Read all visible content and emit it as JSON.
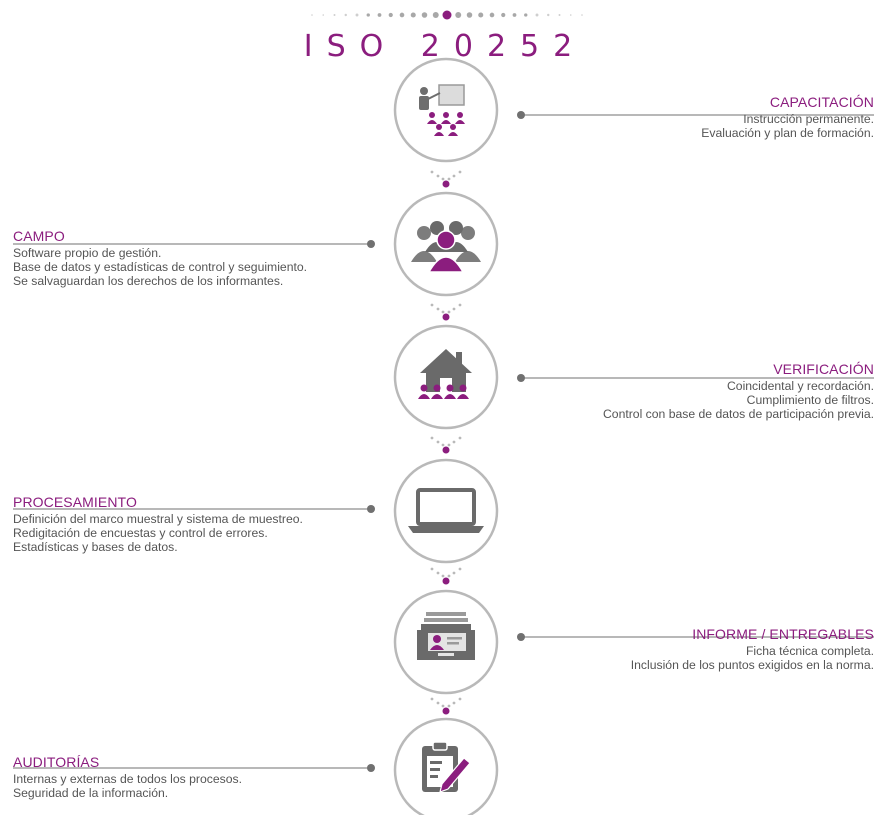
{
  "title": "ISO 20252",
  "colors": {
    "accent": "#8b1d7e",
    "gray": "#707070",
    "light_gray": "#b9b9b9"
  },
  "stages": [
    {
      "title": "CAPACITACIÓN",
      "icon": "presentation-icon",
      "lines": [
        "Instrucción permanente.",
        "Evaluación y plan de formación."
      ]
    },
    {
      "title": "CAMPO",
      "icon": "people-group-icon",
      "lines": [
        "Software propio de gestión.",
        "Base de datos y estadísticas de control y seguimiento.",
        "Se salvaguardan los derechos de los informantes."
      ]
    },
    {
      "title": "VERIFICACIÓN",
      "icon": "house-people-icon",
      "lines": [
        "Coincidental y recordación.",
        "Cumplimiento de filtros.",
        "Control con base de datos de participación previa."
      ]
    },
    {
      "title": "PROCESAMIENTO",
      "icon": "laptop-icon",
      "lines": [
        "Definición del marco muestral y sistema de muestreo.",
        "Redigitación de encuestas y control de errores.",
        "Estadísticas y bases de datos."
      ]
    },
    {
      "title": "INFORME / ENTREGABLES",
      "icon": "file-box-icon",
      "lines": [
        "Ficha técnica completa.",
        "Inclusión de los puntos exigidos en la norma."
      ]
    },
    {
      "title": "AUDITORÍAS",
      "icon": "clipboard-pencil-icon",
      "lines": [
        "Internas y externas de todos los procesos.",
        "Seguridad de la información."
      ]
    }
  ]
}
